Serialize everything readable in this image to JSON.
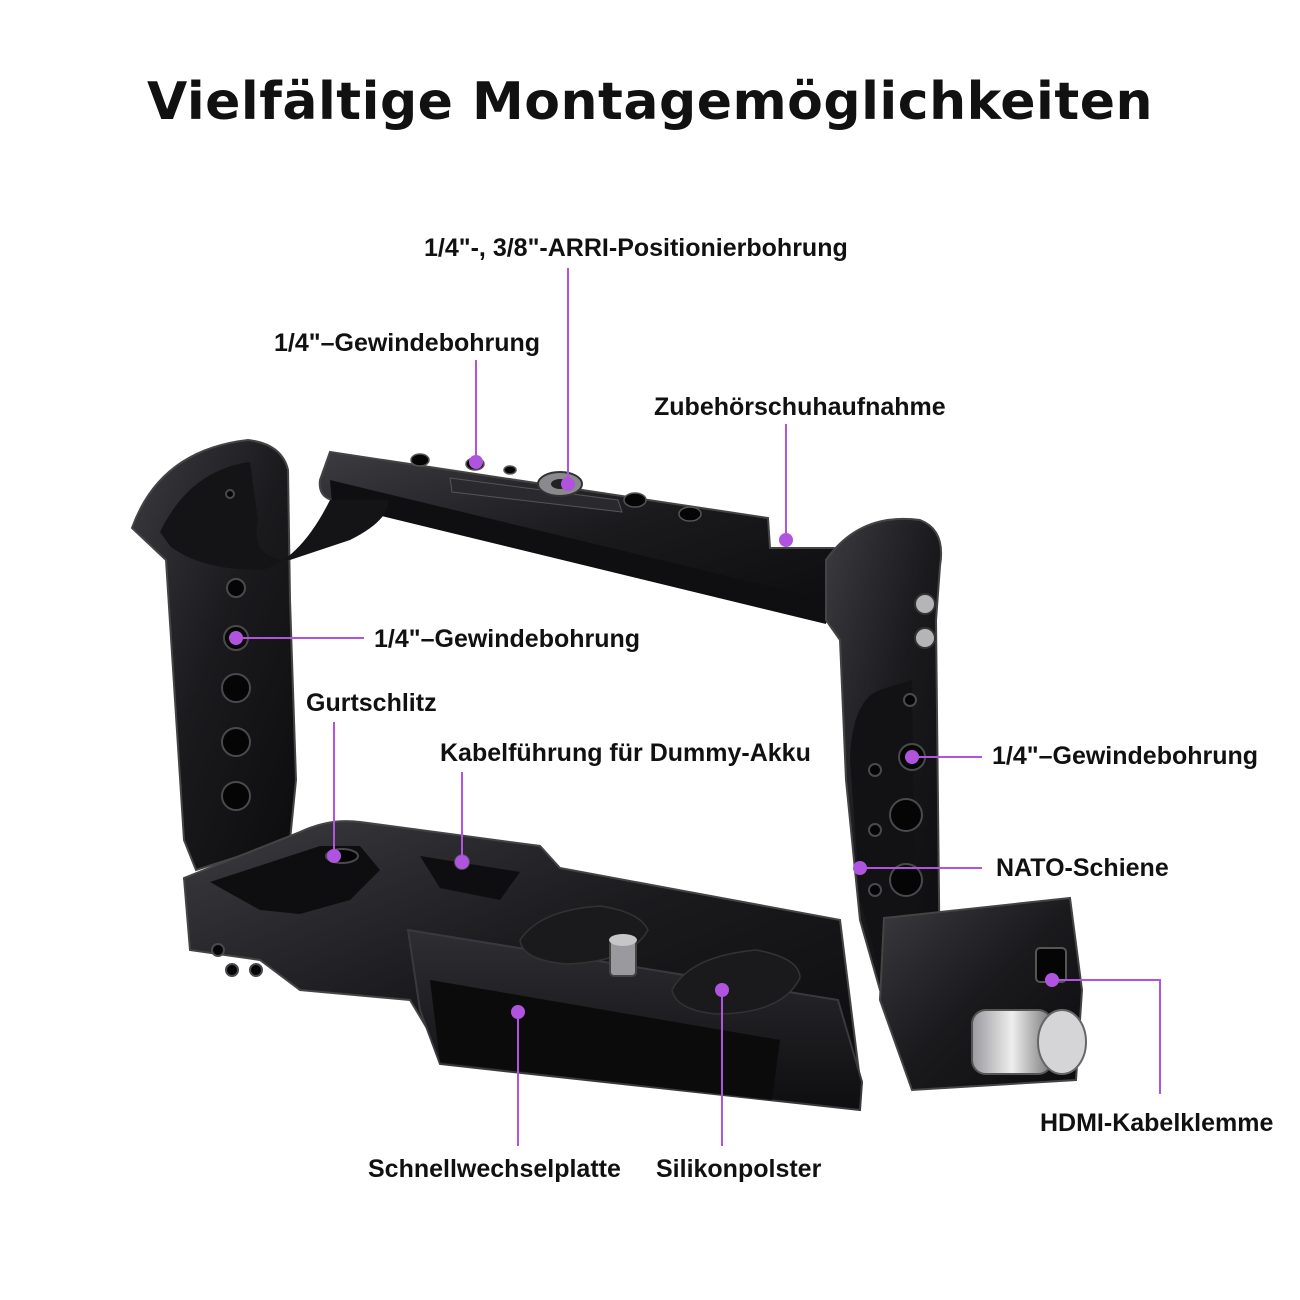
{
  "title": "Vielfältige Montagemöglichkeiten",
  "callouts": {
    "arri_hole": "1/4\"-, 3/8\"-ARRI-Positionierbohrung",
    "thread_top": "1/4\"–Gewindebohrung",
    "shoe_mount": "Zubehörschuhaufnahme",
    "thread_left": "1/4\"–Gewindebohrung",
    "strap_slot": "Gurtschlitz",
    "cable_guide": "Kabelführung für Dummy-Akku",
    "thread_right": "1/4\"–Gewindebohrung",
    "nato_rail": "NATO-Schiene",
    "hdmi_clamp": "HDMI-Kabelklemme",
    "quick_plate": "Schnellwechselplatte",
    "silicone_pad": "Silikonpolster"
  },
  "colors": {
    "accent": "#b054e0",
    "metal": "#1c1c1e",
    "metal_edge": "#3a3a3e",
    "text": "#111111"
  }
}
